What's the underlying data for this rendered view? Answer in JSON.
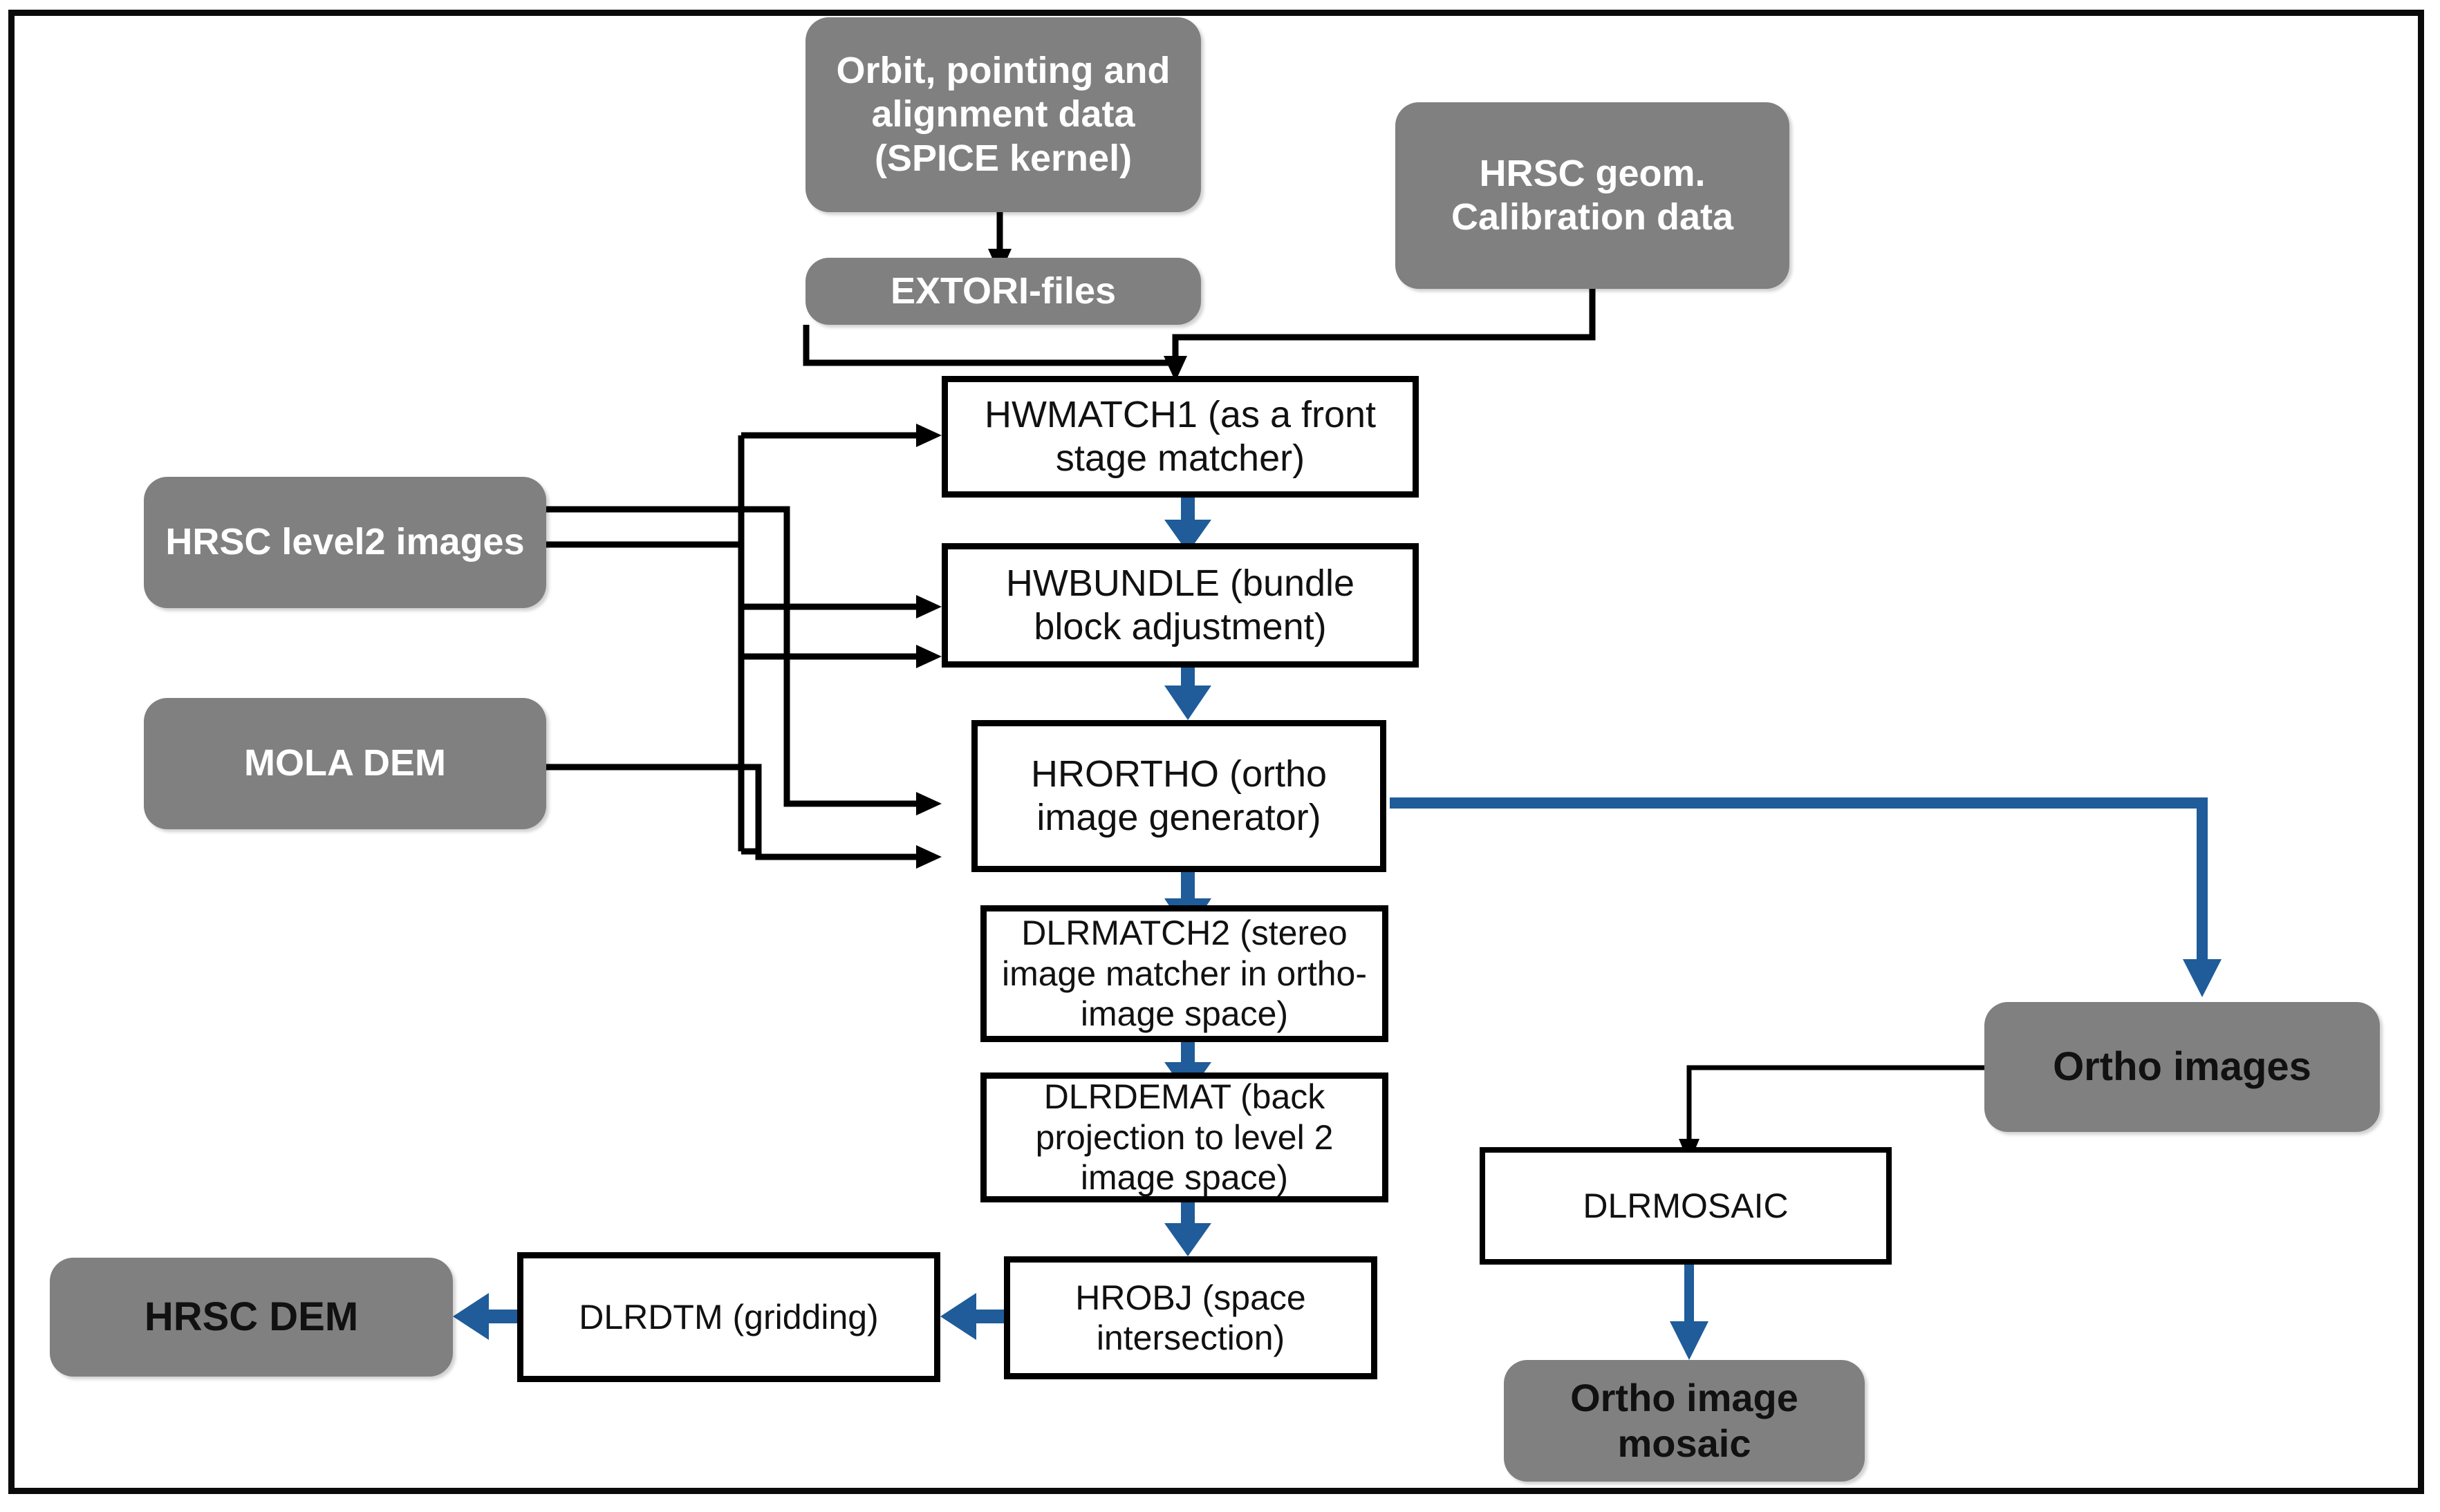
{
  "diagram": {
    "title": "HRSC photogrammetric processing chain",
    "colors": {
      "gray_fill": "#808080",
      "blue_arrow": "#1F5C99",
      "black_line": "#000000",
      "white_fill": "#FFFFFF",
      "frame_border": "#0A0A0A"
    },
    "nodes": [
      {
        "id": "spice",
        "label": "Orbit, pointing and alignment data  (SPICE kernel)",
        "shape": "rounded",
        "fill": "gray",
        "text_color": "white"
      },
      {
        "id": "hrsc_geom",
        "label": "HRSC geom. Calibration data",
        "shape": "rounded",
        "fill": "gray",
        "text_color": "white"
      },
      {
        "id": "extori",
        "label": "EXTORI-files",
        "shape": "rounded",
        "fill": "gray",
        "text_color": "white"
      },
      {
        "id": "hwmatch1",
        "label": "HWMATCH1 (as a front stage matcher)",
        "shape": "rect",
        "fill": "white",
        "text_color": "black"
      },
      {
        "id": "hrsc_l2",
        "label": "HRSC level2 images",
        "shape": "rounded",
        "fill": "gray",
        "text_color": "white"
      },
      {
        "id": "hwbundle",
        "label": "HWBUNDLE (bundle block adjustment)",
        "shape": "rect",
        "fill": "white",
        "text_color": "black"
      },
      {
        "id": "mola",
        "label": "MOLA DEM",
        "shape": "rounded",
        "fill": "gray",
        "text_color": "white"
      },
      {
        "id": "hrortho",
        "label": "HRORTHO (ortho image generator)",
        "shape": "rect",
        "fill": "white",
        "text_color": "black"
      },
      {
        "id": "dlrmatch2",
        "label": "DLRMATCH2 (stereo image matcher in ortho-image space)",
        "shape": "rect",
        "fill": "white",
        "text_color": "black"
      },
      {
        "id": "dlrdemat",
        "label": "DLRDEMAT (back projection to level 2 image space)",
        "shape": "rect",
        "fill": "white",
        "text_color": "black"
      },
      {
        "id": "hrobj",
        "label": "HROBJ (space intersection)",
        "shape": "rect",
        "fill": "white",
        "text_color": "black"
      },
      {
        "id": "dlrdtm",
        "label": "DLRDTM (gridding)",
        "shape": "rect",
        "fill": "white",
        "text_color": "black"
      },
      {
        "id": "hrsc_dem",
        "label": "HRSC DEM",
        "shape": "rounded",
        "fill": "gray",
        "text_color": "black"
      },
      {
        "id": "ortho_img",
        "label": "Ortho images",
        "shape": "rounded",
        "fill": "gray",
        "text_color": "black"
      },
      {
        "id": "dlrmosaic",
        "label": "DLRMOSAIC",
        "shape": "rect",
        "fill": "white",
        "text_color": "black"
      },
      {
        "id": "ortho_mos",
        "label": "Ortho image mosaic",
        "shape": "rounded",
        "fill": "gray",
        "text_color": "black"
      }
    ],
    "edges": [
      {
        "from": "spice",
        "to": "extori",
        "color": "black"
      },
      {
        "from": "extori",
        "to": "hwmatch1",
        "color": "black"
      },
      {
        "from": "hrsc_geom",
        "to": "hwmatch1",
        "color": "black"
      },
      {
        "from": "hrsc_l2",
        "to": "hwmatch1",
        "color": "black"
      },
      {
        "from": "hrsc_l2",
        "to": "hwbundle",
        "color": "black"
      },
      {
        "from": "hrsc_l2",
        "to": "hrortho",
        "color": "black"
      },
      {
        "from": "mola",
        "to": "hwbundle",
        "color": "black"
      },
      {
        "from": "mola",
        "to": "hrortho",
        "color": "black"
      },
      {
        "from": "hwmatch1",
        "to": "hwbundle",
        "color": "blue"
      },
      {
        "from": "hwbundle",
        "to": "hrortho",
        "color": "blue"
      },
      {
        "from": "hrortho",
        "to": "dlrmatch2",
        "color": "blue"
      },
      {
        "from": "hrortho",
        "to": "ortho_img",
        "color": "blue"
      },
      {
        "from": "dlrmatch2",
        "to": "dlrdemat",
        "color": "blue"
      },
      {
        "from": "dlrdemat",
        "to": "hrobj",
        "color": "blue"
      },
      {
        "from": "hrobj",
        "to": "dlrdtm",
        "color": "blue"
      },
      {
        "from": "dlrdtm",
        "to": "hrsc_dem",
        "color": "blue"
      },
      {
        "from": "ortho_img",
        "to": "dlrmosaic",
        "color": "black"
      },
      {
        "from": "dlrmosaic",
        "to": "ortho_mos",
        "color": "blue"
      }
    ]
  }
}
